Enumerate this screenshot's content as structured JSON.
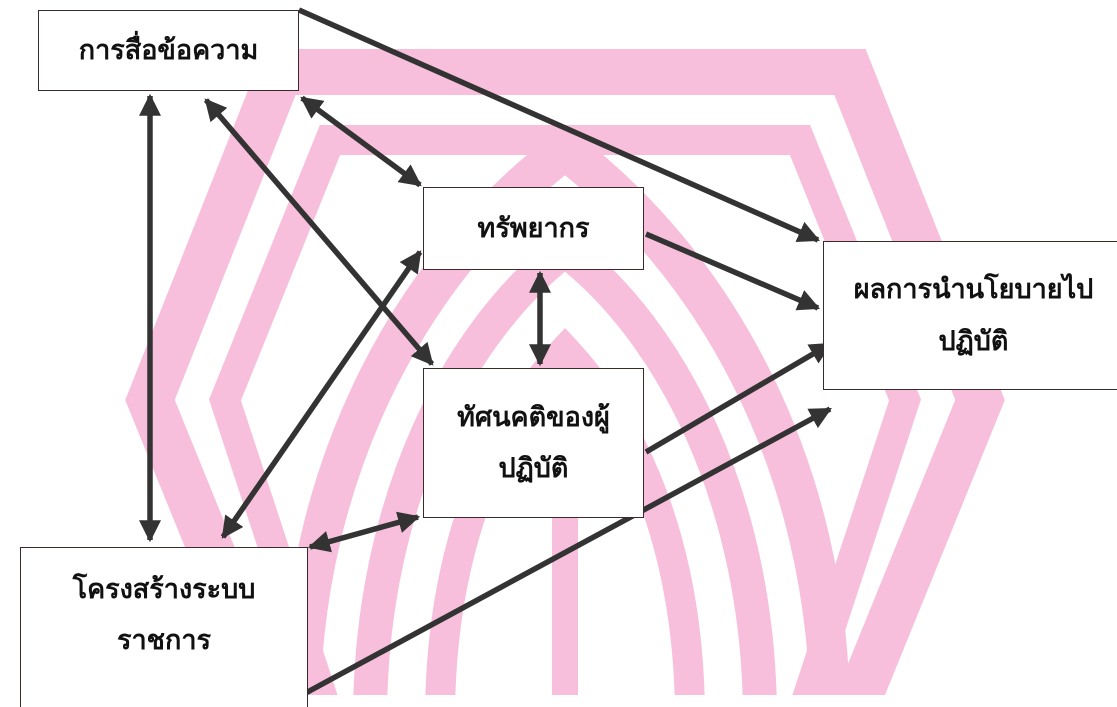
{
  "diagram": {
    "nodes": {
      "communication": {
        "label": "การสื่อข้อความ"
      },
      "resources": {
        "label": "ทรัพยากร"
      },
      "attitude": {
        "line1": "ทัศนคติของผู้",
        "line2": "ปฏิบัติ"
      },
      "outcome": {
        "line1": "ผลการนำนโยบายไป",
        "line2": "ปฏิบัติ"
      },
      "structure": {
        "line1": "โครงสร้างระบบ",
        "line2": "ราชการ"
      }
    },
    "edges": [
      {
        "from": "communication",
        "to": "structure",
        "direction": "both"
      },
      {
        "from": "communication",
        "to": "resources",
        "direction": "both"
      },
      {
        "from": "communication",
        "to": "attitude",
        "direction": "both"
      },
      {
        "from": "communication",
        "to": "outcome",
        "direction": "forward"
      },
      {
        "from": "resources",
        "to": "attitude",
        "direction": "both"
      },
      {
        "from": "resources",
        "to": "outcome",
        "direction": "forward"
      },
      {
        "from": "resources",
        "to": "structure",
        "direction": "both"
      },
      {
        "from": "attitude",
        "to": "outcome",
        "direction": "forward"
      },
      {
        "from": "attitude",
        "to": "structure",
        "direction": "both"
      },
      {
        "from": "structure",
        "to": "outcome",
        "direction": "forward"
      }
    ],
    "colors": {
      "arrow": "#333333",
      "box_border": "#3a2a2a",
      "watermark": "#f7bfdc"
    }
  }
}
